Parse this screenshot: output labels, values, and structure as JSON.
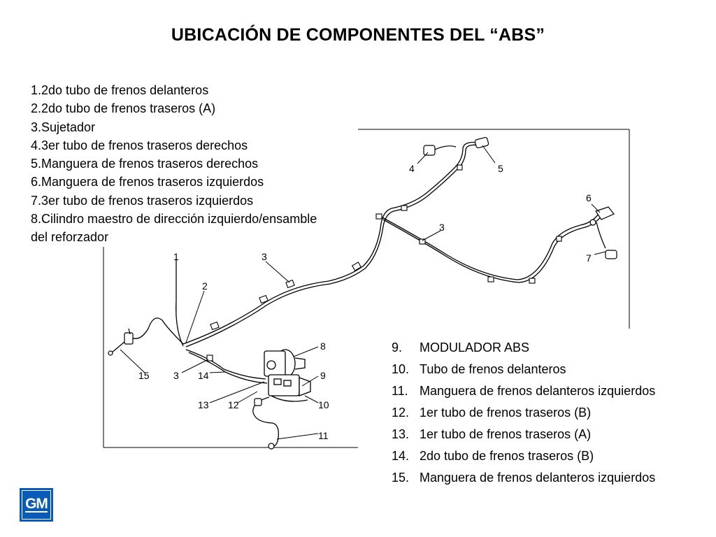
{
  "title": "UBICACIÓN DE COMPONENTES DEL “ABS”",
  "legend_left": [
    "1.2do tubo de frenos delanteros",
    "2.2do tubo de frenos traseros (A)",
    "3.Sujetador",
    "4.3er tubo de frenos traseros derechos",
    "5.Manguera de frenos traseros derechos",
    "6.Manguera de frenos traseros izquierdos",
    "7.3er tubo de frenos traseros izquierdos",
    "8.Cilindro maestro de dirección izquierdo/ensamble",
    "del reforzador"
  ],
  "legend_right": [
    {
      "num": "9.",
      "text": "MODULADOR ABS"
    },
    {
      "num": "10.",
      "text": "Tubo de frenos delanteros"
    },
    {
      "num": "11.",
      "text": "Manguera de frenos delanteros izquierdos"
    },
    {
      "num": "12.",
      "text": "1er tubo de frenos traseros (B)"
    },
    {
      "num": "13.",
      "text": "1er tubo de frenos traseros (A)"
    },
    {
      "num": "14.",
      "text": "2do tubo de frenos traseros (B)"
    },
    {
      "num": "15.",
      "text": "Manguera de frenos delanteros izquierdos"
    }
  ],
  "callouts": {
    "c1": "1",
    "c2": "2",
    "c3a": "3",
    "c3b": "3",
    "c3c": "3",
    "c4": "4",
    "c5": "5",
    "c6": "6",
    "c7": "7",
    "c8": "8",
    "c9": "9",
    "c10": "10",
    "c11": "11",
    "c12": "12",
    "c13": "13",
    "c14": "14",
    "c15": "15"
  },
  "logo": {
    "text": "GM",
    "color": "#0a5ab8"
  }
}
